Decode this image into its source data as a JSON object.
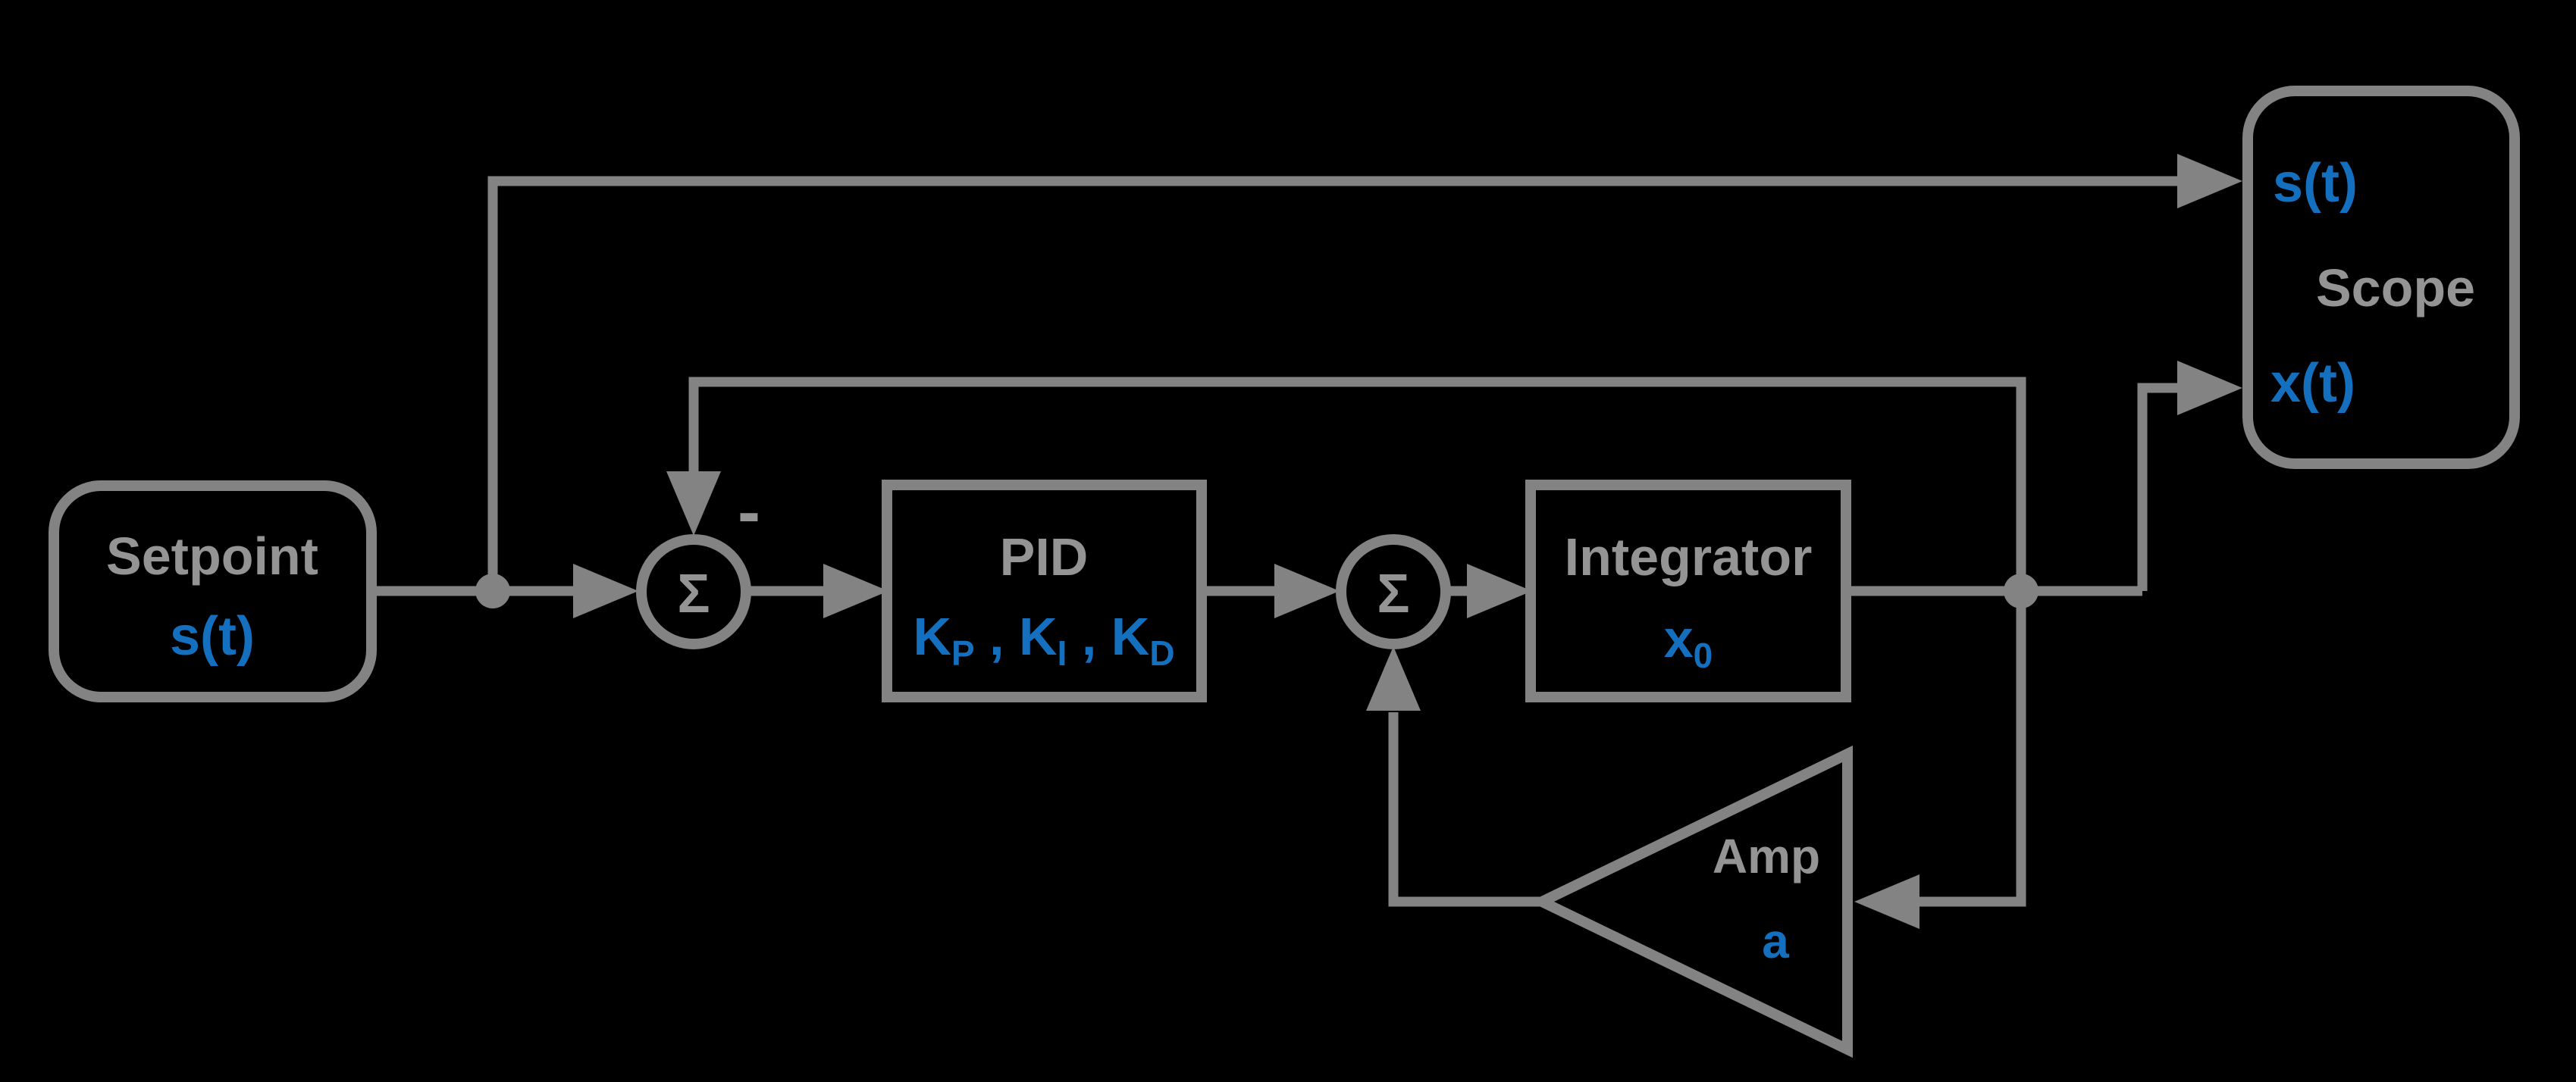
{
  "diagram": {
    "title": "PID control loop block diagram",
    "background_color": "#000000",
    "line_color": "#838383",
    "gray_text_color": "#949494",
    "accent_blue_color": "#146fbe"
  },
  "blocks": {
    "setpoint": {
      "label": "Setpoint",
      "signal": "s(t)"
    },
    "sum1": {
      "symbol": "Σ",
      "sign": "-"
    },
    "pid": {
      "label": "PID",
      "gain1_base": "K",
      "gain1_sub": "P",
      "sep1": " , ",
      "gain2_base": "K",
      "gain2_sub": "I",
      "sep2": " , ",
      "gain3_base": "K",
      "gain3_sub": "D"
    },
    "sum2": {
      "symbol": "Σ"
    },
    "integrator": {
      "label": "Integrator",
      "init_base": "x",
      "init_sub": "0"
    },
    "amp": {
      "label": "Amp",
      "gain": "a"
    },
    "scope": {
      "label": "Scope",
      "input_top": "s(t)",
      "input_bottom": "x(t)"
    }
  }
}
